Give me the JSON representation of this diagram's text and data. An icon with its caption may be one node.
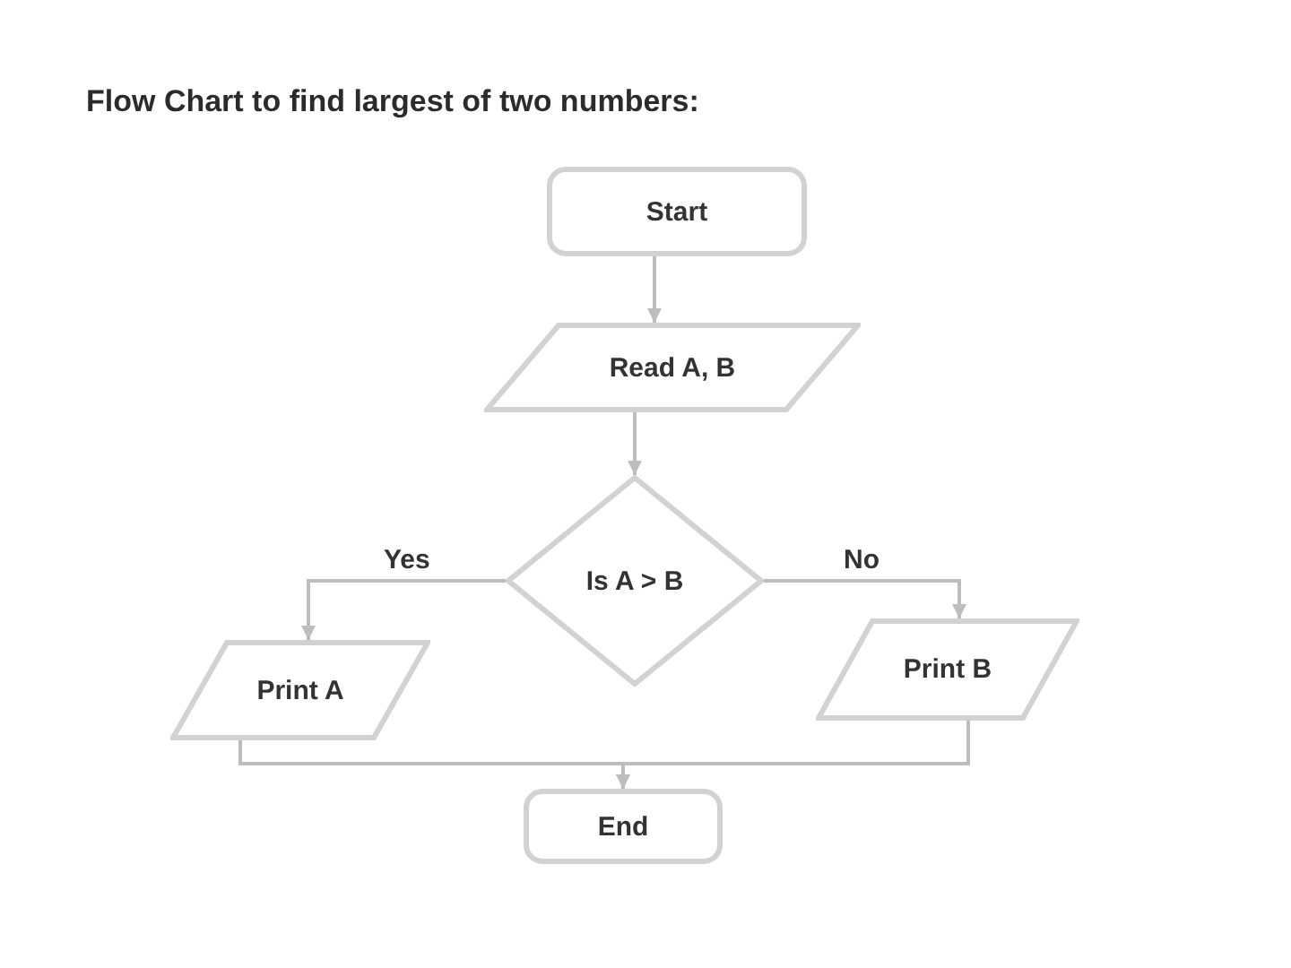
{
  "diagram": {
    "title": "Flow Chart to find largest of two numbers:",
    "nodes": [
      {
        "text": [
          "Start"
        ]
      },
      {
        "text": [
          "Read A, B"
        ]
      },
      {
        "text": [
          "Is A > B"
        ]
      },
      {
        "text": [
          "Print A"
        ]
      },
      {
        "text": [
          "Print B"
        ]
      },
      {
        "text": [
          "End"
        ]
      }
    ],
    "edges": [
      {
        "from": 0,
        "to": 1,
        "arrow": "to"
      },
      {
        "from": 1,
        "to": 2,
        "arrow": "to"
      },
      {
        "from": 2,
        "to": 3,
        "arrow": "to",
        "label": "Yes"
      },
      {
        "from": 2,
        "to": 4,
        "arrow": "to",
        "label": "No"
      },
      {
        "from": 3,
        "to": 5,
        "arrow": "to"
      },
      {
        "from": 4,
        "to": 5,
        "arrow": "to"
      }
    ]
  }
}
